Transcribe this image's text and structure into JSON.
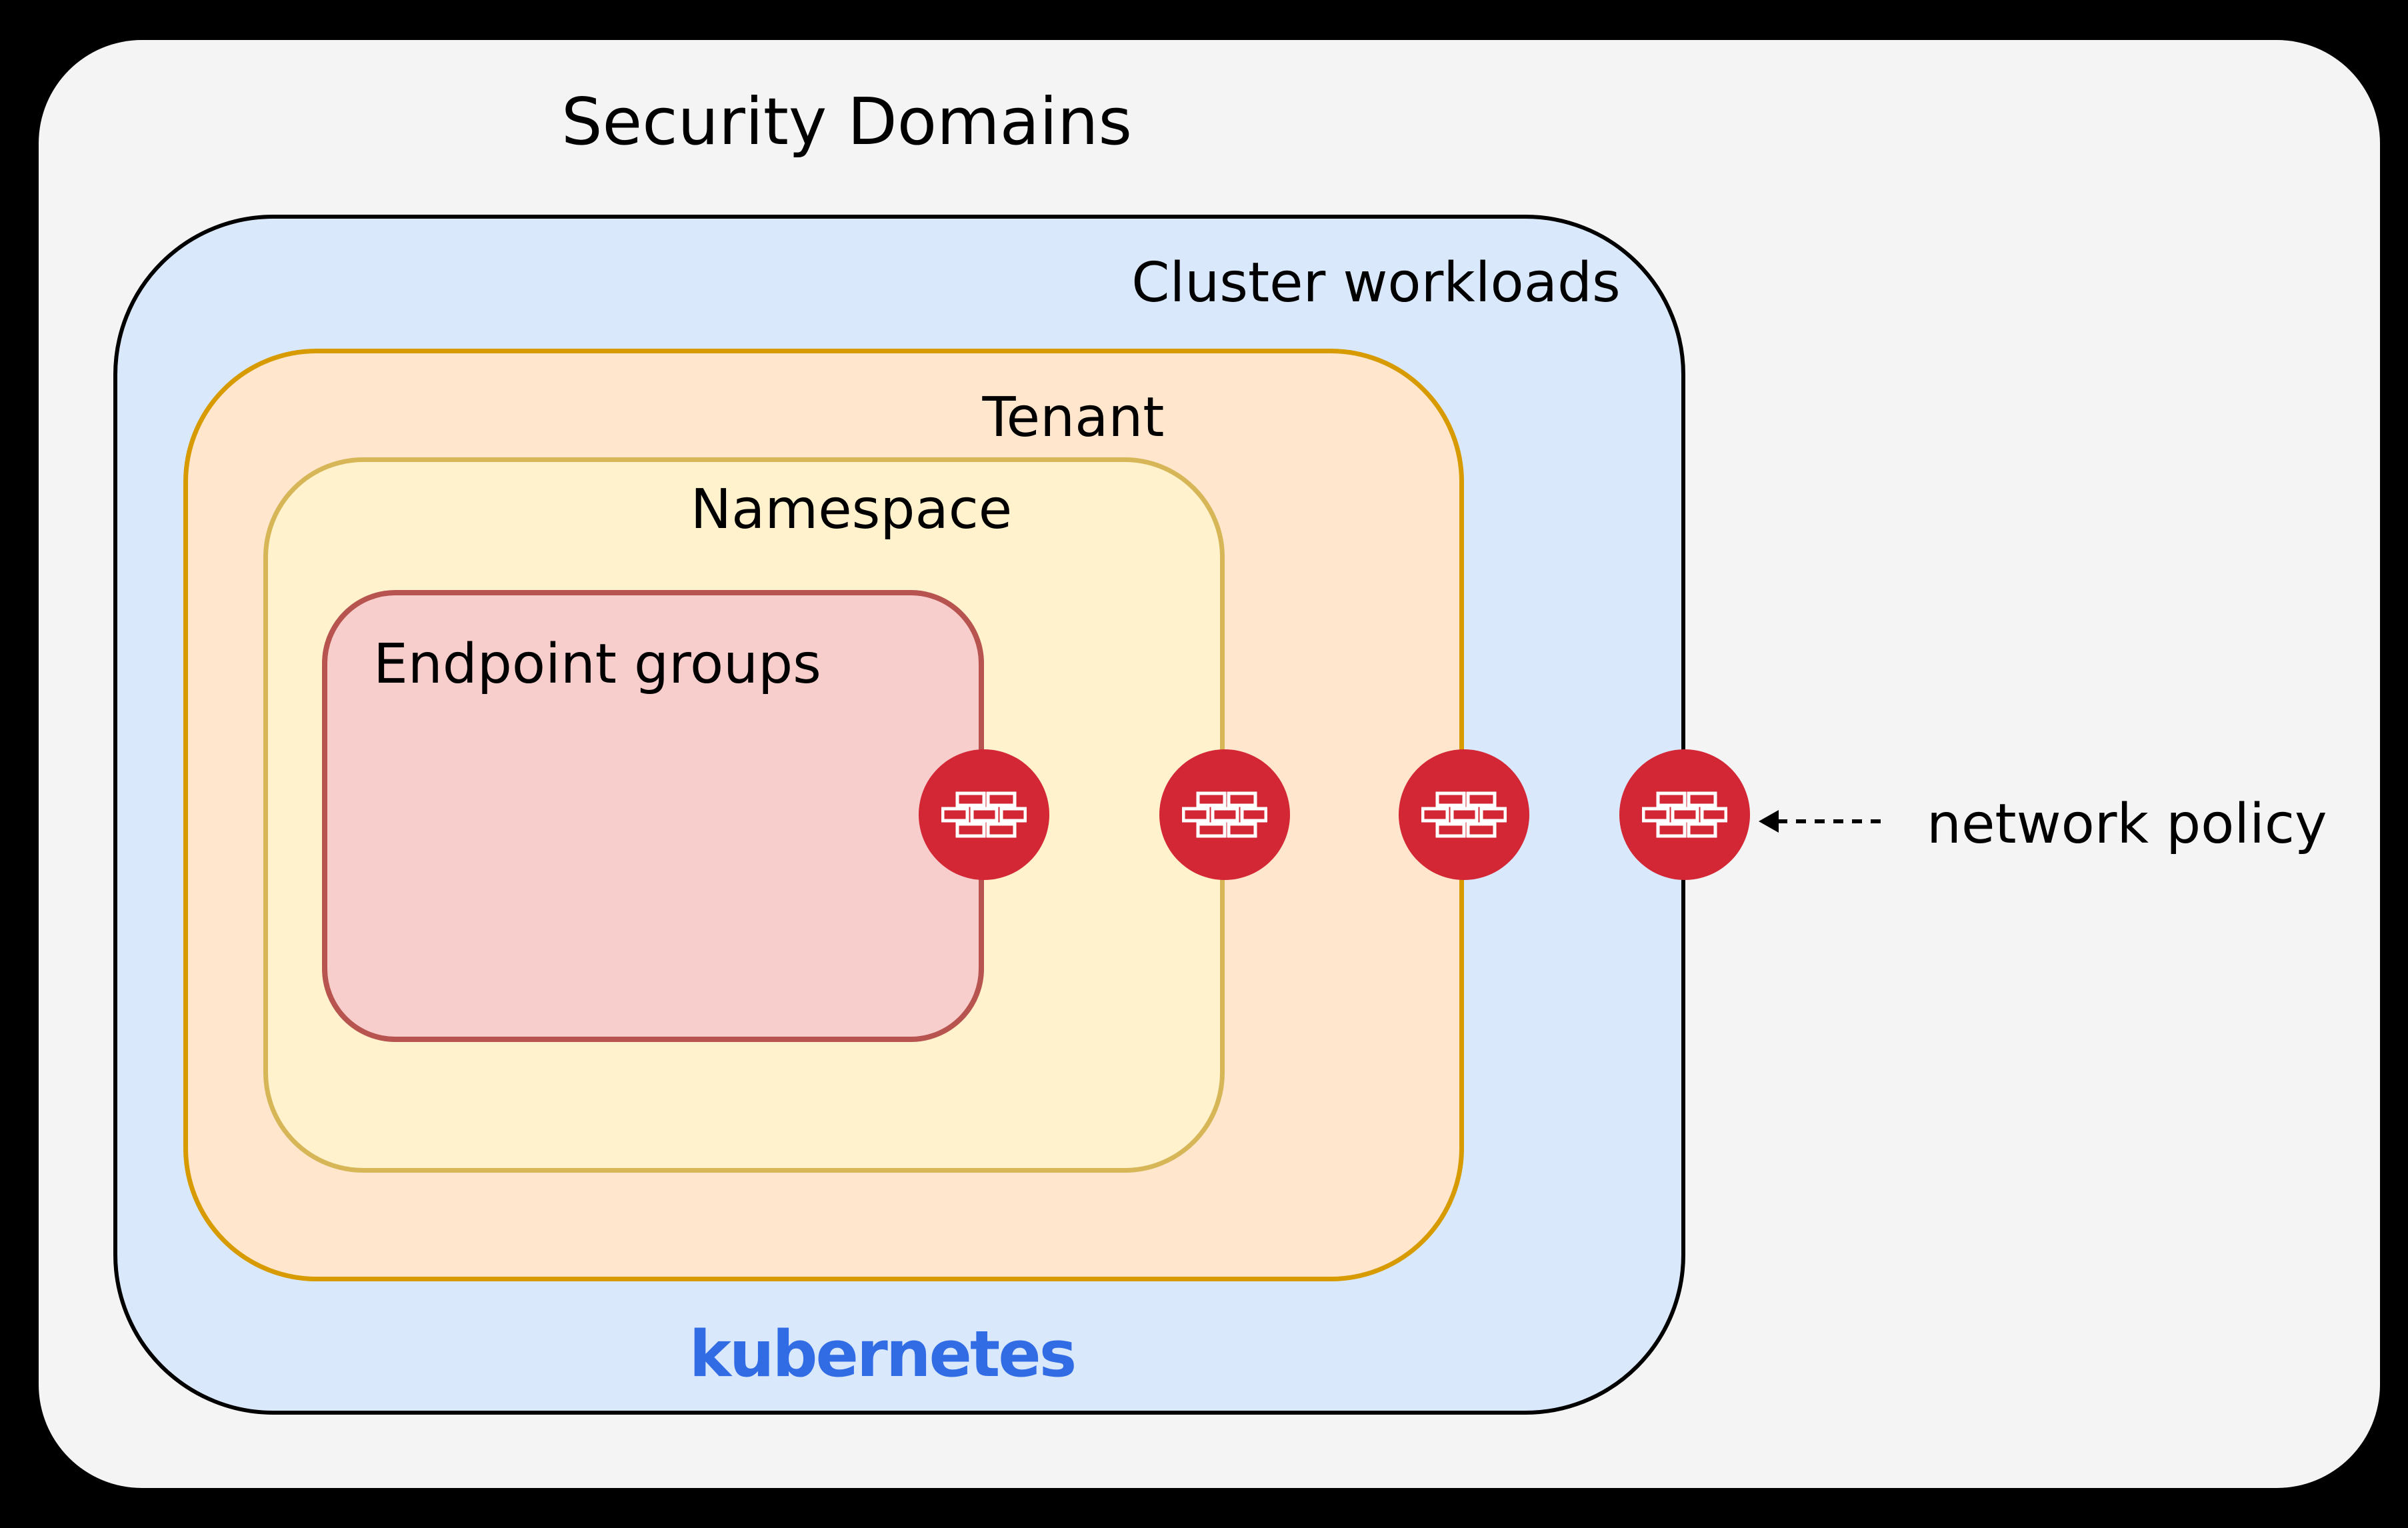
{
  "title": "Security Domains",
  "boxes": {
    "cluster": {
      "label": "Cluster workloads"
    },
    "tenant": {
      "label": "Tenant"
    },
    "namespace": {
      "label": "Namespace"
    },
    "endpoint": {
      "label": "Endpoint groups"
    }
  },
  "branding": {
    "kubernetes_wordmark": "kubernetes"
  },
  "annotations": {
    "network_policy_label": "network policy"
  },
  "icons": {
    "firewall": "brick-wall-firewall-icon",
    "arrow": "dashed-left-arrow-icon"
  },
  "colors": {
    "background": "#000000",
    "panel": "#F4F4F4",
    "text": "#000000",
    "cluster_fill": "#DAE8FC",
    "cluster_stroke": "#000000",
    "tenant_fill": "#FFE6CC",
    "tenant_stroke": "#D79B00",
    "namespace_fill": "#FFF2CC",
    "namespace_stroke": "#D6B656",
    "endpoint_fill": "#F8CECC",
    "endpoint_stroke": "#B85450",
    "firewall_red": "#D32735",
    "kubernetes_blue": "#326CE5"
  }
}
